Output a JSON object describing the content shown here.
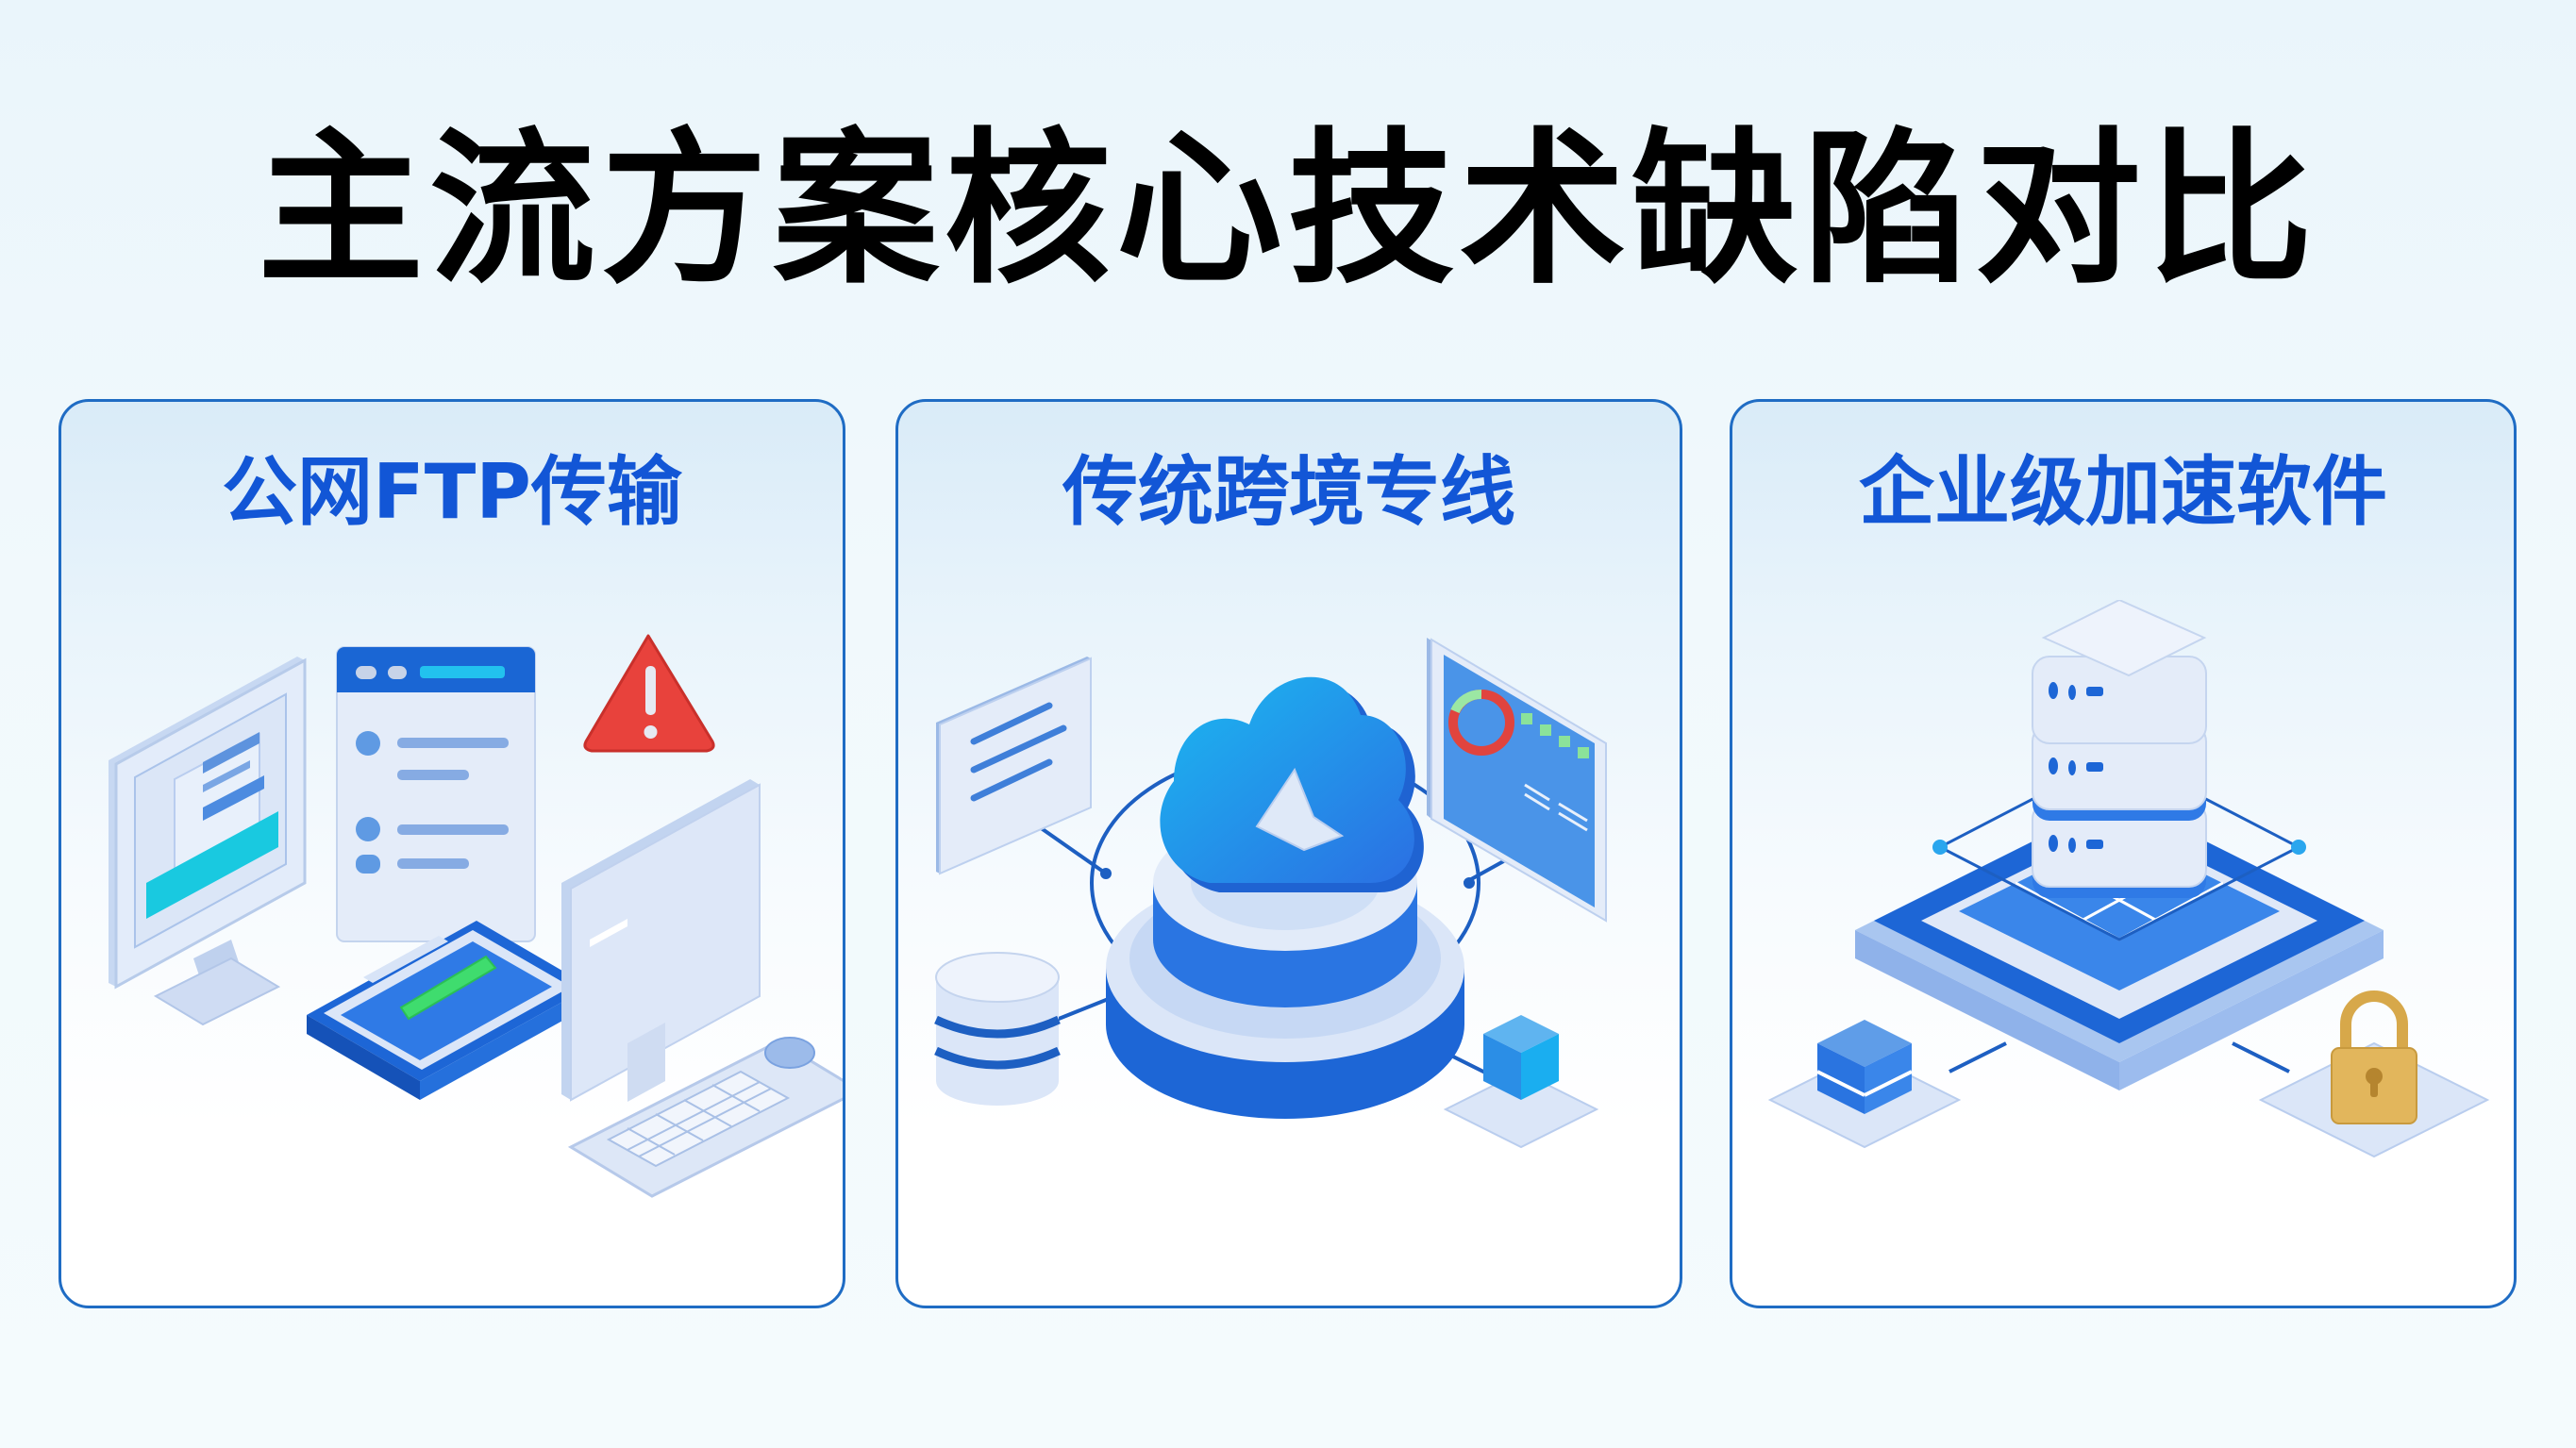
{
  "page": {
    "title": "主流方案核心技术缺陷对比"
  },
  "colors": {
    "title_text": "#000000",
    "card_title_text": "#1256d6",
    "card_border": "#1f6cc4",
    "accent_blue": "#1a6fe0",
    "warning_red": "#e8423c",
    "progress_green": "#3fdc6e",
    "lock_gold": "#e2b65c"
  },
  "cards": [
    {
      "title": "公网FTP传输",
      "illustration": {
        "icons": [
          "desktop-monitor-icon",
          "browser-window-icon",
          "warning-triangle-icon",
          "laptop-progress-icon",
          "computer-monitor-back-icon",
          "keyboard-icon",
          "mouse-icon"
        ]
      }
    },
    {
      "title": "传统跨境专线",
      "illustration": {
        "icons": [
          "document-panel-icon",
          "cloud-icon",
          "platform-disc-icon",
          "dashboard-panel-icon",
          "database-icon",
          "cube-node-icon"
        ]
      }
    },
    {
      "title": "企业级加速软件",
      "illustration": {
        "icons": [
          "server-stack-icon",
          "network-platform-icon",
          "storage-block-icon",
          "padlock-icon"
        ]
      }
    }
  ]
}
